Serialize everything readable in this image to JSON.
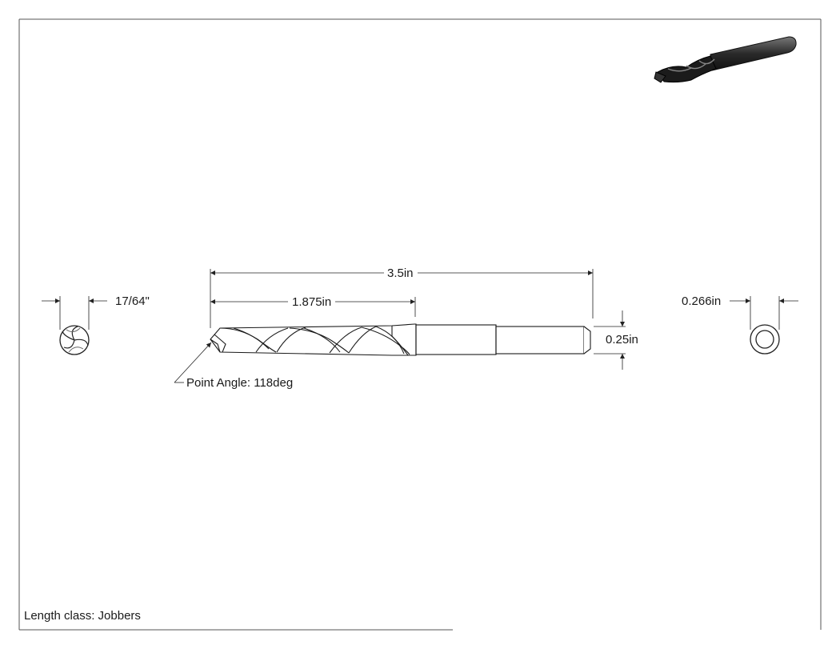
{
  "dimensions": {
    "overall_length": "3.5in",
    "flute_length": "1.875in",
    "shank_diameter": "0.25in",
    "drill_size": "17/64\"",
    "drill_diameter": "0.266in"
  },
  "annotations": {
    "point_angle": "Point Angle: 118deg",
    "length_class": "Length class: Jobbers"
  }
}
